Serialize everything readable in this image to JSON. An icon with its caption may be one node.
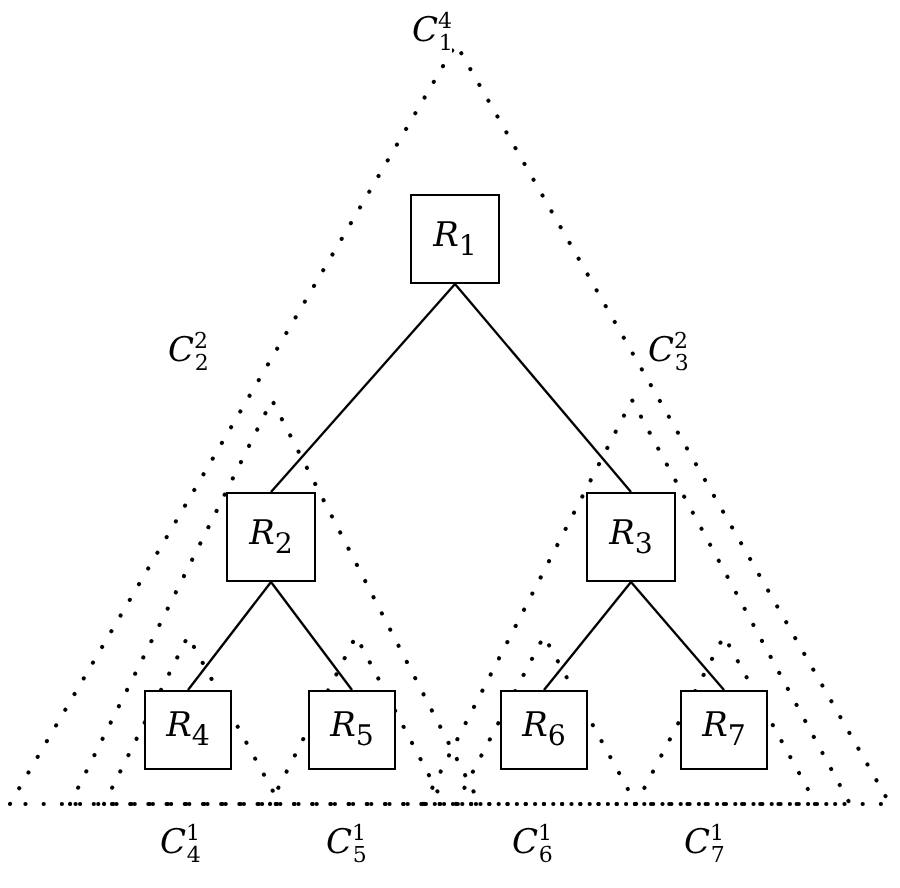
{
  "diagram": {
    "nodes": [
      {
        "text": [
          "*R*$_{1}$"
        ]
      },
      {
        "text": [
          "*R*$_{2}$"
        ]
      },
      {
        "text": [
          "*R*$_{3}$"
        ]
      },
      {
        "text": [
          "*R*$_{4}$"
        ]
      },
      {
        "text": [
          "*R*$_{5}$"
        ]
      },
      {
        "text": [
          "*R*$_{6}$"
        ]
      },
      {
        "text": [
          "*R*$_{7}$"
        ]
      }
    ],
    "edges": [
      {
        "from": 0,
        "to": 1,
        "arrow": "none"
      },
      {
        "from": 0,
        "to": 2,
        "arrow": "none"
      },
      {
        "from": 1,
        "to": 3,
        "arrow": "none"
      },
      {
        "from": 1,
        "to": 4,
        "arrow": "none"
      },
      {
        "from": 2,
        "to": 5,
        "arrow": "none"
      },
      {
        "from": 2,
        "to": 6,
        "arrow": "none"
      }
    ],
    "labels": [
      "*C*$^{4}$$_{1}$",
      "*C*$^{2}$$_{2}$",
      "*C*$^{2}$$_{3}$",
      "*C*$^{1}$$_{4}$",
      "*C*$^{1}$$_{5}$",
      "*C*$^{1}$$_{6}$",
      "*C*$^{1}$$_{7}$"
    ]
  }
}
